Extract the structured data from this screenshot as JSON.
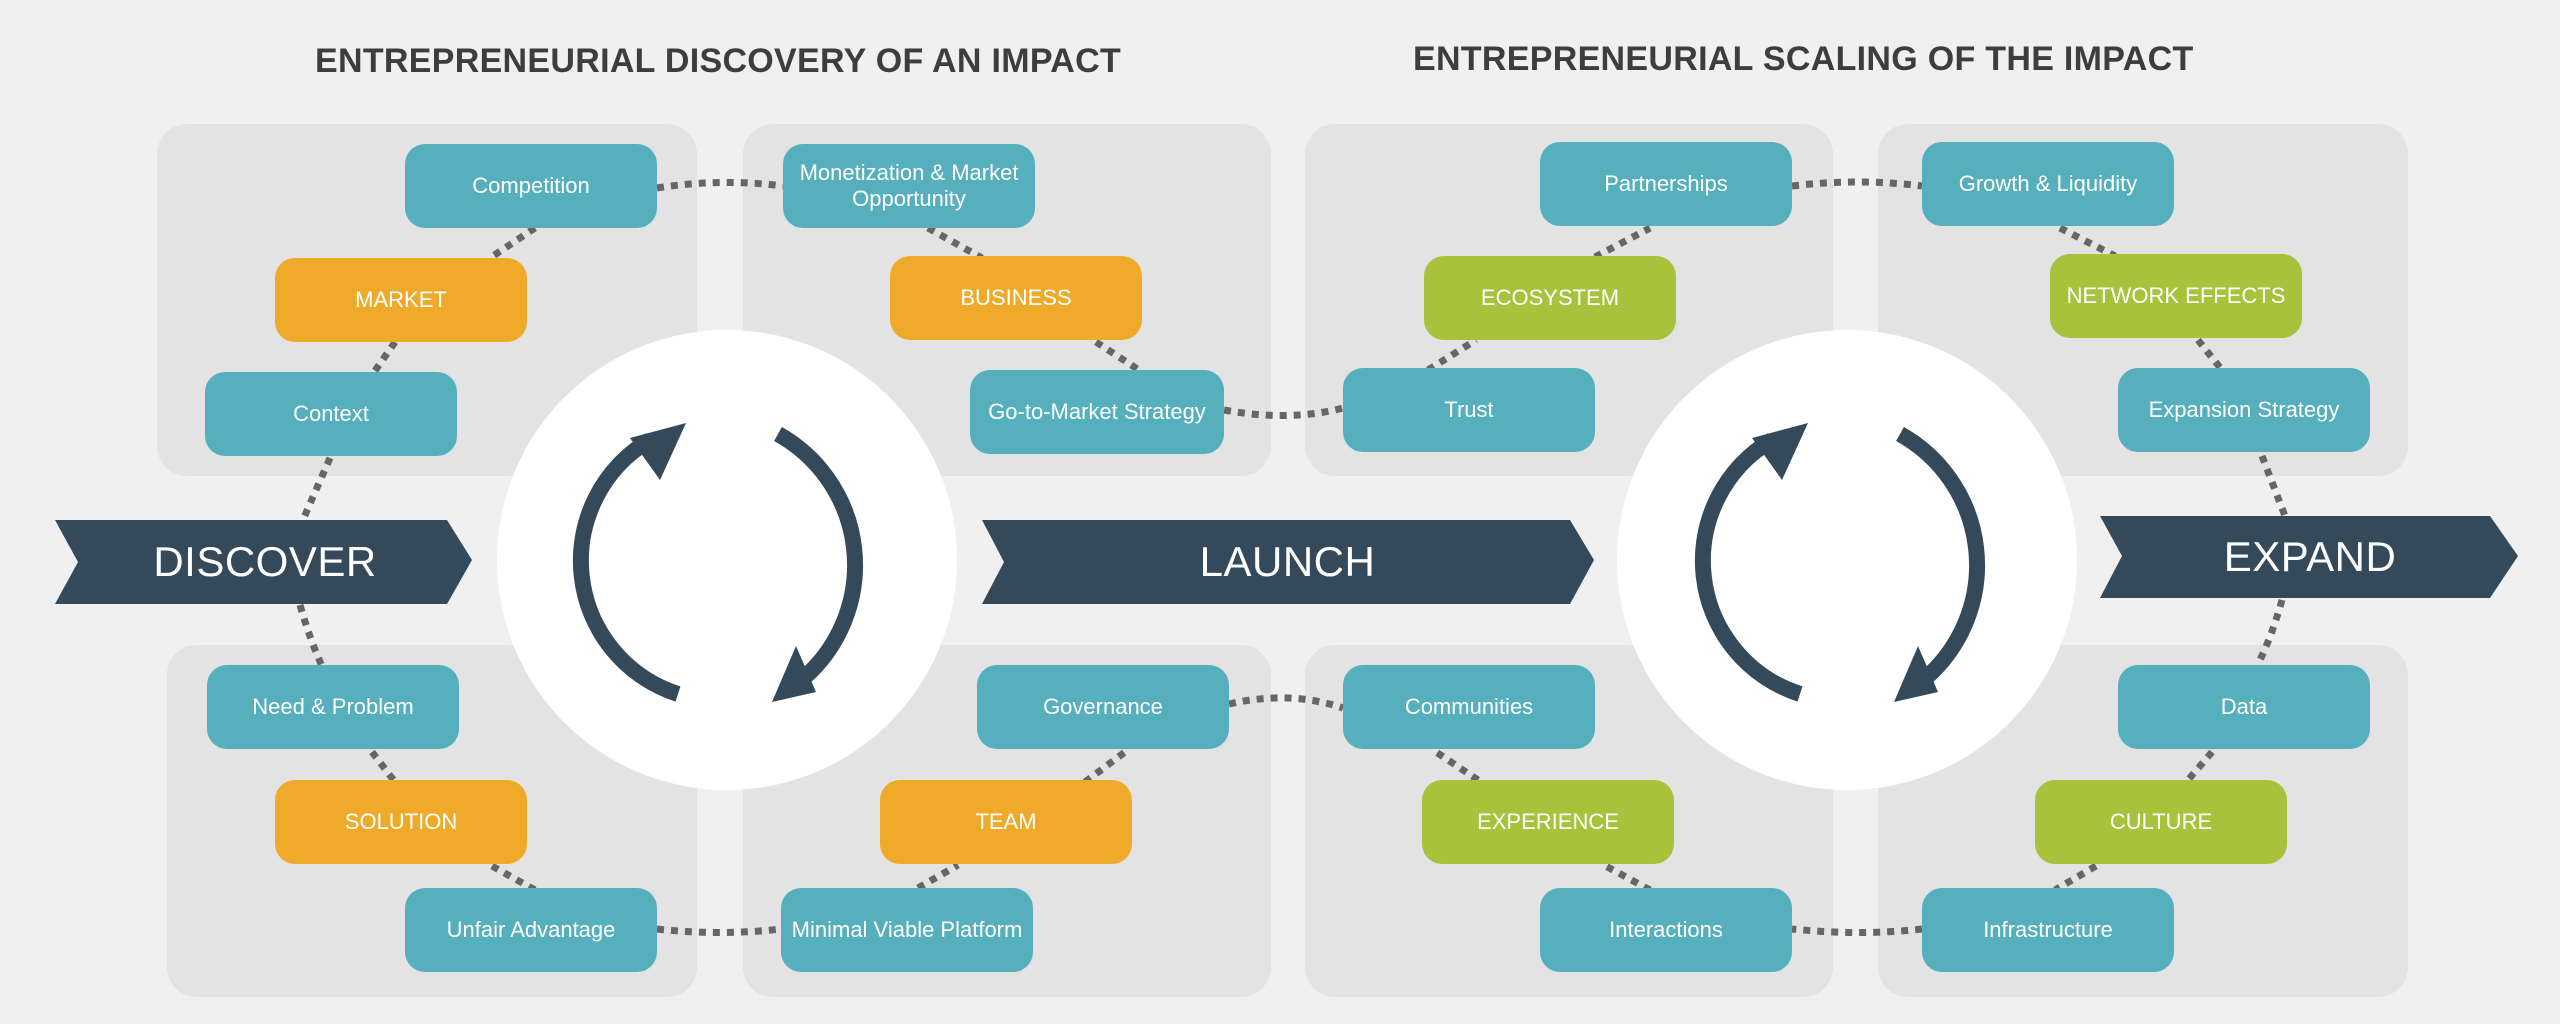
{
  "headings": {
    "discovery": "ENTREPRENEURIAL DISCOVERY OF AN IMPACT",
    "scaling": "ENTREPRENEURIAL SCALING OF THE IMPACT"
  },
  "phases": {
    "discover": "DISCOVER",
    "launch": "LAUNCH",
    "expand": "EXPAND"
  },
  "categories": {
    "market": "MARKET",
    "business": "BUSINESS",
    "solution": "SOLUTION",
    "team": "TEAM",
    "ecosystem": "ECOSYSTEM",
    "network_effects": "NETWORK EFFECTS",
    "experience": "EXPERIENCE",
    "culture": "CULTURE"
  },
  "nodes": {
    "competition": "Competition",
    "context": "Context",
    "monetization": "Monetization  & Market Opportunity",
    "go_to_market": "Go-to-Market Strategy",
    "need_problem": "Need & Problem",
    "unfair_advantage": "Unfair Advantage",
    "governance": "Governance",
    "mvp": "Minimal Viable Platform",
    "partnerships": "Partnerships",
    "trust": "Trust",
    "growth_liquidity": "Growth & Liquidity",
    "expansion_strategy": "Expansion Strategy",
    "communities": "Communities",
    "interactions": "Interactions",
    "data": "Data",
    "infrastructure": "Infrastructure"
  },
  "colors": {
    "background": "#f0f0f0",
    "panel": "#e3e3e3",
    "teal": "#55afbd",
    "orange": "#f0aa2a",
    "green": "#a9c23b",
    "dark": "#34495a",
    "dots": "#666666",
    "circle": "#ffffff"
  }
}
